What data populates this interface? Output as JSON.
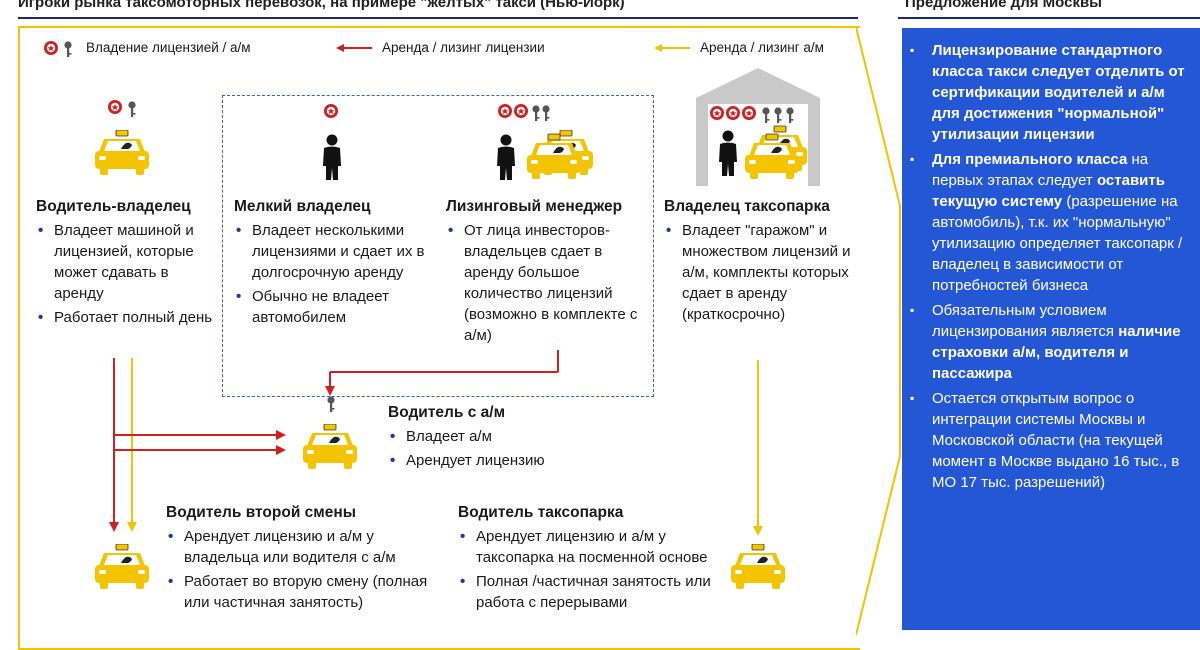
{
  "header": {
    "left_title": "Игроки рынка таксомоторных перевозок, на примере \"желтых\" такси (Нью-Йорк)",
    "right_title": "Предложение для Москвы"
  },
  "legend": {
    "ownership": "Владение лицензией / а/м",
    "lease_red": "Аренда / лизинг лицензии",
    "lease_yellow": "Аренда / лизинг а/м"
  },
  "actors": {
    "driver_owner": {
      "title": "Водитель-владелец",
      "bullets": [
        "Владеет машиной и лицензией, которые может сдавать в аренду",
        "Работает полный день"
      ]
    },
    "small_owner": {
      "title": "Мелкий владелец",
      "bullets": [
        "Владеет несколькими лицензиями и сдает их в долгосрочную аренду",
        "Обычно не владеет автомобилем"
      ]
    },
    "leasing_manager": {
      "title": "Лизинговый менеджер",
      "bullets": [
        "От лица инвесторов-владельцев сдает в аренду большое количество лицензий (возможно в комплекте с а/м)"
      ]
    },
    "fleet_owner": {
      "title": "Владелец таксопарка",
      "bullets": [
        "Владеет \"гаражом\" и множеством лицензий и а/м, комплекты которых сдает в аренду (краткосрочно)"
      ]
    },
    "driver_with_car": {
      "title": "Водитель с а/м",
      "bullets": [
        "Владеет а/м",
        "Арендует лицензию"
      ]
    },
    "second_shift": {
      "title": "Водитель второй смены",
      "bullets": [
        "Арендует лицензию и а/м у владельца или водителя с а/м",
        "Работает во вторую смену (полная или частичная занятость)"
      ]
    },
    "fleet_driver": {
      "title": "Водитель таксопарка",
      "bullets": [
        "Арендует лицензию и а/м у таксопарка на посменной основе",
        "Полная /частичная занятость или работа с перерывами"
      ]
    }
  },
  "proposal": {
    "items": [
      {
        "bold": "Лицензирование стандартного класса такси следует отделить от сертификации водителей и а/м для достижения \"нормальной\" утилизации лицензии"
      },
      {
        "p1b": "Для премиального класса",
        "p2": " на первых этапах  следует ",
        "p3b": "оставить текущую систему",
        "p4": " (разрешение на автомобиль), т.к. их \"нормальную\" утилизацию определяет таксопарк / владелец в зависимости от потребностей бизнеса"
      },
      {
        "p1": "Обязательным условием лицензирования является ",
        "p2b": "наличие страховки а/м, водителя и пассажира"
      },
      {
        "p1": "Остается открытым вопрос о интеграции системы Москвы и Московской области (на текущей момент в Москве выдано 16 тыс., в МО 17 тыс. разрешений)"
      }
    ]
  },
  "colors": {
    "taxi_yellow": "#f5c400",
    "arrow_red": "#d21f1f",
    "arrow_yellow": "#f2c300",
    "panel_blue": "#2457d6",
    "rule_navy": "#1a2b6b",
    "dashed_blue": "#3a5fbf"
  },
  "icons": [
    "license-medal-icon",
    "key-icon",
    "taxi-icon",
    "person-icon",
    "garage-icon",
    "red-arrow-icon",
    "yellow-arrow-icon"
  ]
}
